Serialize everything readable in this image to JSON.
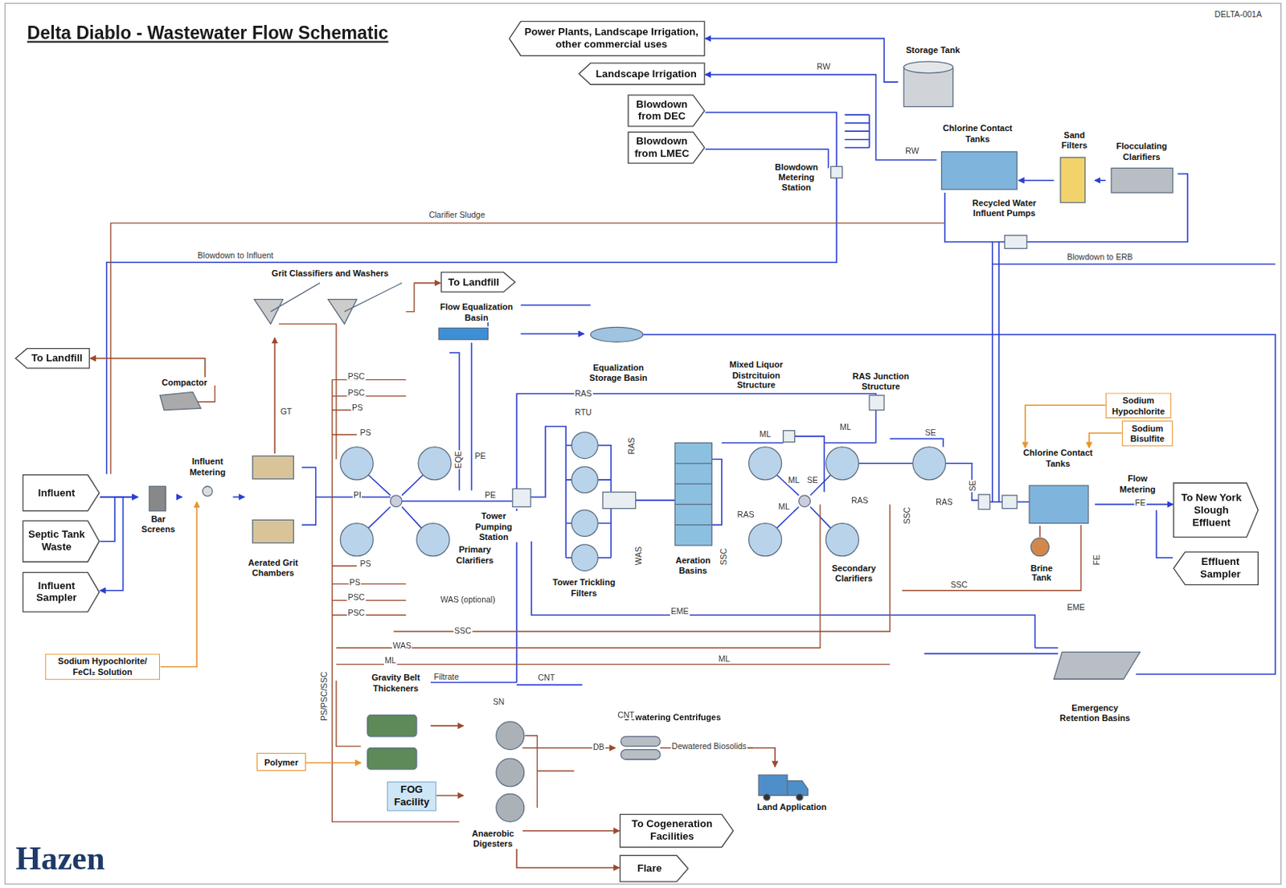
{
  "diagram": {
    "title": "Delta Diablo - Wastewater Flow Schematic",
    "nodes": [
      {
        "text": [
          "Influent"
        ]
      },
      {
        "text": [
          "Septic Tank Waste"
        ]
      },
      {
        "text": [
          "Influent Sampler"
        ]
      },
      {
        "text": [
          "To Landfill"
        ]
      },
      {
        "text": [
          "Sodium Hypochlorite/ FeCl₂ Solution"
        ]
      },
      {
        "text": [
          "Compactor"
        ]
      },
      {
        "text": [
          "Bar Screens"
        ]
      },
      {
        "text": [
          "Influent Metering"
        ]
      },
      {
        "text": [
          "Grit Classifiers and Washers"
        ]
      },
      {
        "text": [
          "To Landfill"
        ]
      },
      {
        "text": [
          "Aerated Grit Chambers"
        ]
      },
      {
        "text": [
          "Flow Equalization Basin"
        ]
      },
      {
        "text": [
          "Equalization Storage Basin"
        ]
      },
      {
        "text": [
          "Primary Clarifiers"
        ]
      },
      {
        "text": [
          "Tower Pumping Station"
        ]
      },
      {
        "text": [
          "Tower Trickling Filters"
        ]
      },
      {
        "text": [
          "Aeration Basins"
        ]
      },
      {
        "text": [
          "Mixed Liquor Distrcituion Structure"
        ]
      },
      {
        "text": [
          "RAS Junction Structure"
        ]
      },
      {
        "text": [
          "Secondary Clarifiers"
        ]
      },
      {
        "text": [
          "Chlorine Contact Tanks"
        ]
      },
      {
        "text": [
          "Brine Tank"
        ]
      },
      {
        "text": [
          "Flow Metering"
        ]
      },
      {
        "text": [
          "To New York Slough Effluent"
        ]
      },
      {
        "text": [
          "Effluent Sampler"
        ]
      },
      {
        "text": [
          "Sodium Hypochlorite"
        ]
      },
      {
        "text": [
          "Sodium Bisulfite"
        ]
      },
      {
        "text": [
          "Emergency Retention Basins"
        ]
      },
      {
        "text": [
          "Gravity Belt Thickeners"
        ]
      },
      {
        "text": [
          "FOG Facility"
        ]
      },
      {
        "text": [
          "Polymer"
        ]
      },
      {
        "text": [
          "Anaerobic Digesters"
        ]
      },
      {
        "text": [
          "Dewatering Centrifuges"
        ]
      },
      {
        "text": [
          "Land Application"
        ]
      },
      {
        "text": [
          "To Cogeneration Facilities"
        ]
      },
      {
        "text": [
          "Flare"
        ]
      },
      {
        "text": [
          "Power Plants, Landscape Irrigation, other commercial uses"
        ]
      },
      {
        "text": [
          "Landscape Irrigation"
        ]
      },
      {
        "text": [
          "Blowdown from DEC"
        ]
      },
      {
        "text": [
          "Blowdown from LMEC"
        ]
      },
      {
        "text": [
          "Blowdown Metering Station"
        ]
      },
      {
        "text": [
          "Storage Tank"
        ]
      },
      {
        "text": [
          "Chlorine Contact Tanks"
        ]
      },
      {
        "text": [
          "Sand Filters"
        ]
      },
      {
        "text": [
          "Flocculating Clarifiers"
        ]
      },
      {
        "text": [
          "Recycled Water Influent Pumps"
        ]
      }
    ],
    "edges": [
      {
        "from": 0,
        "to": 6,
        "arrow": "to"
      },
      {
        "from": 1,
        "to": 6,
        "arrow": "to"
      },
      {
        "from": 0,
        "to": 2,
        "arrow": "to"
      },
      {
        "from": 6,
        "to": 7,
        "arrow": "to"
      },
      {
        "from": 7,
        "to": 10,
        "arrow": "to"
      },
      {
        "from": 8,
        "to": 9,
        "arrow": "to"
      },
      {
        "from": 5,
        "to": 3,
        "arrow": "to"
      },
      {
        "from": 4,
        "to": 7,
        "arrow": "to"
      },
      {
        "from": 30,
        "to": 28,
        "arrow": "to"
      },
      {
        "from": 28,
        "to": 31,
        "arrow": "to"
      },
      {
        "from": 29,
        "to": 31,
        "arrow": "to"
      },
      {
        "from": 31,
        "to": 32,
        "arrow": "to"
      },
      {
        "from": 32,
        "to": 33,
        "arrow": "to"
      },
      {
        "from": 31,
        "to": 34,
        "arrow": "to"
      },
      {
        "from": 31,
        "to": 35,
        "arrow": "to"
      },
      {
        "from": 25,
        "to": 20,
        "arrow": "to"
      },
      {
        "from": 26,
        "to": 20,
        "arrow": "to"
      },
      {
        "from": 20,
        "to": 23,
        "arrow": "to"
      },
      {
        "from": 41,
        "to": 36,
        "arrow": "to"
      },
      {
        "from": 42,
        "to": 37,
        "arrow": "to"
      },
      {
        "from": 44,
        "to": 43,
        "arrow": "to"
      },
      {
        "from": 43,
        "to": 42,
        "arrow": "to"
      },
      {
        "from": 10,
        "to": 8,
        "arrow": "to"
      },
      {
        "from": 11,
        "to": 12,
        "arrow": "to"
      },
      {
        "from": 21,
        "to": 20,
        "arrow": "none"
      }
    ],
    "labels": [
      "DELTA-001A",
      "Hazen",
      "Clarifier Sludge",
      "Blowdown to Influent",
      "Blowdown to ERB",
      "RW",
      "RW",
      "GT",
      "PSC",
      "PSC",
      "PS",
      "PS",
      "PI",
      "PS",
      "PS",
      "PSC",
      "PSC",
      "EQE",
      "PE",
      "PE",
      "RAS",
      "RTU",
      "RAS",
      "WAS",
      "SSC",
      "ML",
      "ML",
      "SE",
      "ML",
      "ML",
      "SE",
      "RAS",
      "RAS",
      "RAS",
      "SE",
      "SSC",
      "SSC",
      "FE",
      "FE",
      "EME",
      "EME",
      "WAS (optional)",
      "SSC",
      "WAS",
      "ML",
      "ML",
      "PS/PSC/SSC",
      "Filtrate",
      "CNT",
      "SN",
      "CNT",
      "DB",
      "Dewatered Biosolids"
    ]
  }
}
